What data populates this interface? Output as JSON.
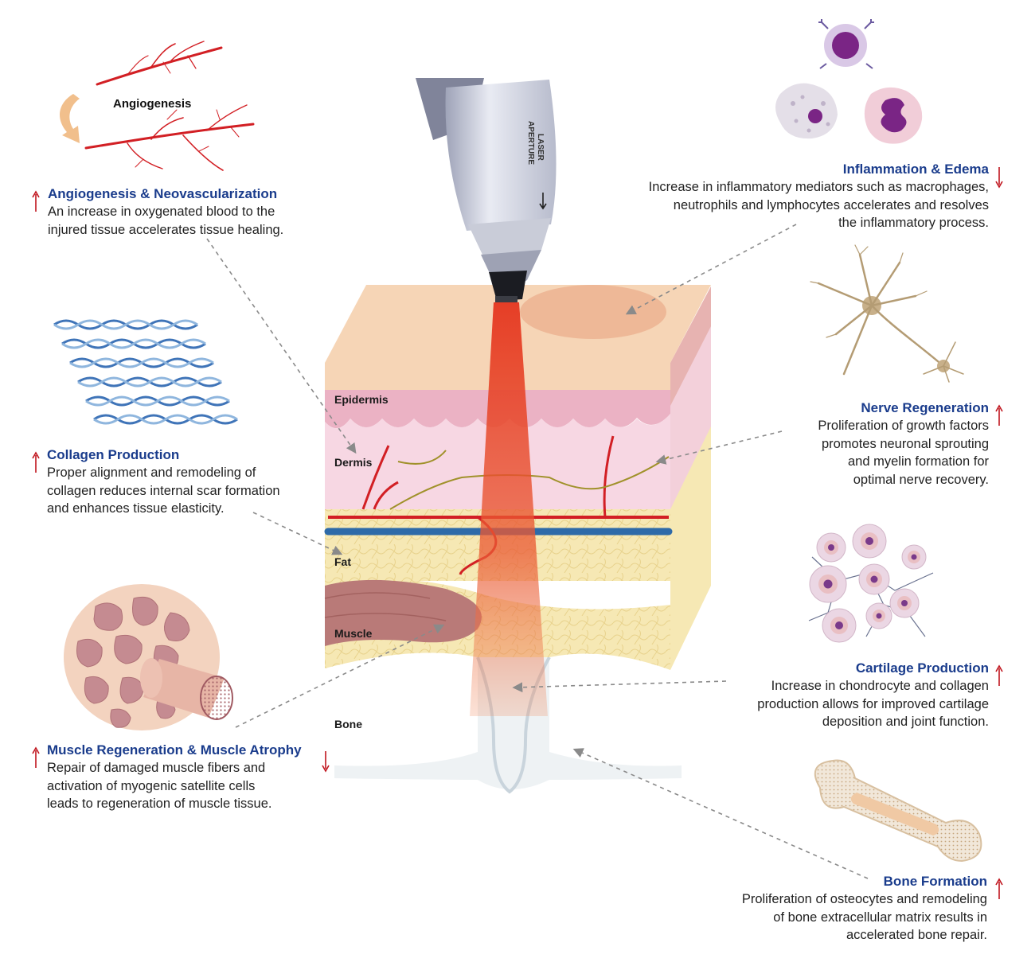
{
  "colors": {
    "title": "#1a3c8c",
    "body_text": "#222222",
    "indicator": "#c0151e",
    "laser": "#e5361f",
    "vessel_red": "#d21f24",
    "vessel_blue": "#2e6aa8"
  },
  "angiogenesis_caption": "Angiogenesis",
  "layers": {
    "epidermis": "Epidermis",
    "dermis": "Dermis",
    "fat": "Fat",
    "muscle": "Muscle",
    "bone": "Bone"
  },
  "device": {
    "aperture_line1": "LASER",
    "aperture_line2": "APERTURE"
  },
  "effects": {
    "angiogenesis": {
      "title": "Angiogenesis & Neovascularization",
      "lines": [
        "An increase in oxygenated blood to the",
        "injured tissue accelerates tissue healing."
      ],
      "indicator": "up"
    },
    "collagen": {
      "title": "Collagen Production",
      "lines": [
        "Proper alignment and remodeling of",
        "collagen reduces internal scar formation",
        "and enhances tissue elasticity."
      ],
      "indicator": "up"
    },
    "muscle": {
      "title": "Muscle Regeneration & Muscle Atrophy",
      "lines": [
        "Repair of damaged muscle fibers and",
        "activation of myogenic satellite cells",
        "leads to regeneration of muscle tissue."
      ],
      "indicator": "up-and-down"
    },
    "inflammation": {
      "title": "Inflammation & Edema",
      "lines": [
        "Increase in inflammatory mediators such as macrophages,",
        "neutrophils and lymphocytes accelerates and resolves",
        "the inflammatory process."
      ],
      "indicator": "down"
    },
    "nerve": {
      "title": "Nerve Regeneration",
      "lines": [
        "Proliferation of growth factors",
        "promotes neuronal sprouting",
        "and myelin formation for",
        "optimal nerve recovery."
      ],
      "indicator": "up"
    },
    "cartilage": {
      "title": "Cartilage Production",
      "lines": [
        "Increase in chondrocyte and collagen",
        "production allows for improved cartilage",
        "deposition and joint function."
      ],
      "indicator": "up"
    },
    "bone": {
      "title": "Bone Formation",
      "lines": [
        "Proliferation of osteocytes and remodeling",
        "of bone extracellular matrix results in",
        "accelerated bone repair."
      ],
      "indicator": "up"
    }
  }
}
